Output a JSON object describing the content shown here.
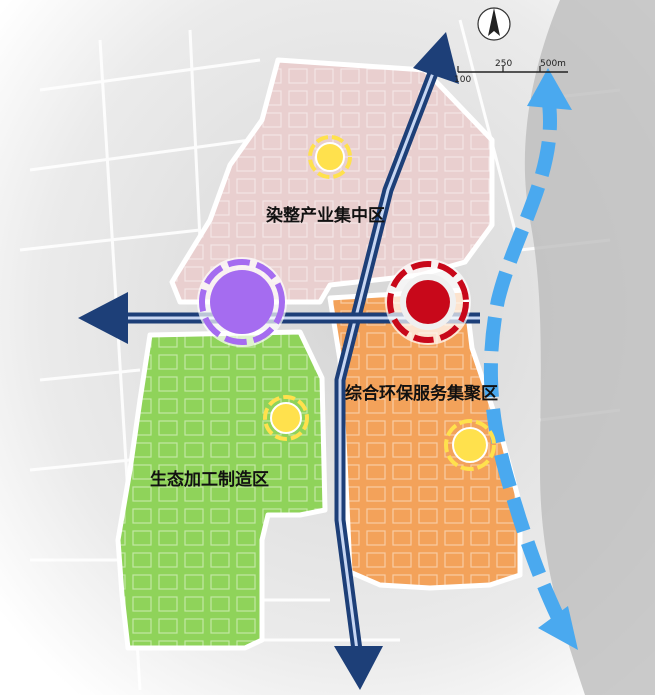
{
  "zones": {
    "north": {
      "label": "染整产业集中区",
      "color": "#e9cfcf"
    },
    "west": {
      "label": "生态加工制造区",
      "color": "#8fd35a"
    },
    "east": {
      "label": "综合环保服务集聚区",
      "color": "#f3a25a"
    }
  },
  "scale_bar": {
    "labels": [
      "100",
      "250",
      "500m"
    ]
  },
  "north_arrow": {
    "icon": "north-arrow-icon"
  },
  "nodes": {
    "purple": {
      "color": "#a56cf0"
    },
    "red": {
      "color": "#c8081a"
    },
    "yellow": {
      "color": "#ffe14d"
    }
  },
  "corridor_color": "#1d3f78",
  "river_color": "#4aa9ef"
}
